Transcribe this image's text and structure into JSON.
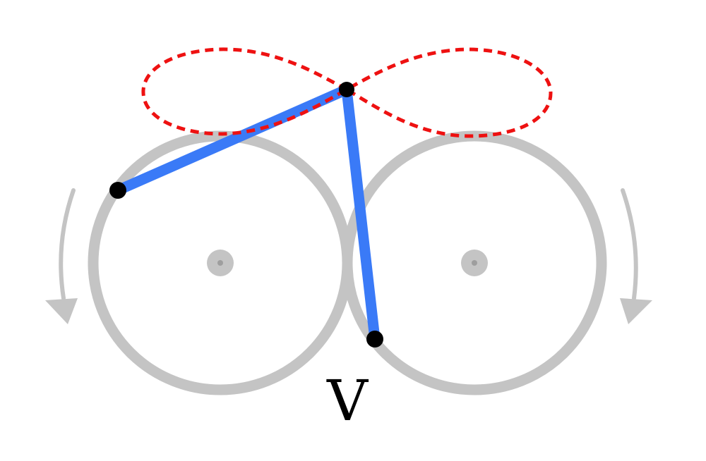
{
  "diagram": {
    "label": "V",
    "colors": {
      "wheel": "#c4c4c4",
      "rod": "#3a7af7",
      "curve": "#ee1111",
      "joint": "#000000",
      "background": "#ffffff"
    },
    "wheel_rotation": {
      "left": "counterclockwise",
      "right": "clockwise"
    }
  }
}
